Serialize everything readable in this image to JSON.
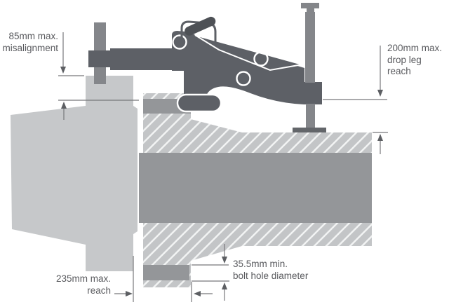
{
  "figure": {
    "type": "technical-cross-section-diagram",
    "subject": "Pintle hook coupling engaged with trailer drawbar eye, with dimensional limits"
  },
  "palette": {
    "light_gray": "#c6c8ca",
    "hatch_gray": "#c3c5c7",
    "stripe": "#f2f3f3",
    "mid_gray": "#949699",
    "dark_gray": "#5d6066",
    "handle_gray": "#4e5156",
    "leg_gray": "#84868a",
    "foot_gray": "#63666a",
    "line_gray": "#77787b",
    "arrow_gray": "#5d5f63",
    "text_gray": "#595a5e",
    "bg": "#ffffff"
  },
  "annotations": {
    "misalignment": {
      "value": "85mm",
      "lines": [
        "85mm max.",
        "misalignment"
      ]
    },
    "drop_leg_reach": {
      "value": "200mm",
      "lines": [
        "200mm max.",
        "drop leg",
        "reach"
      ]
    },
    "reach": {
      "value": "235mm",
      "lines": [
        "235mm max.",
        "reach"
      ]
    },
    "bolt_hole": {
      "value": "35.5mm",
      "lines": [
        "35.5mm min.",
        "bolt hole diameter"
      ]
    }
  }
}
